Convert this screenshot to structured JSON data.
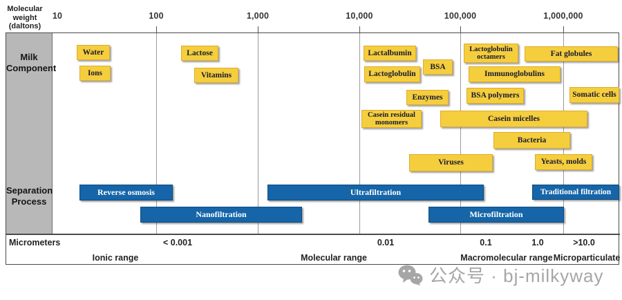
{
  "header": {
    "axis_label": "Molecular\nweight\n(daltons)",
    "ticks": [
      "10",
      "100",
      "1,000",
      "10,000",
      "100,000",
      "1,000,000"
    ]
  },
  "sidebar": {
    "milk_component": "Milk\nComponent",
    "separation_process": "Separation\nProcess"
  },
  "components": [
    {
      "label": "Water"
    },
    {
      "label": "Ions"
    },
    {
      "label": "Lactose"
    },
    {
      "label": "Vitamins"
    },
    {
      "label": "Lactalbumin"
    },
    {
      "label": "BSA"
    },
    {
      "label": "Lactoglobulin"
    },
    {
      "label": "Enzymes"
    },
    {
      "label": "Casein residual monomers"
    },
    {
      "label": "Lactoglobulin octamers"
    },
    {
      "label": "Fat globules"
    },
    {
      "label": "Immunoglobulins"
    },
    {
      "label": "BSA polymers"
    },
    {
      "label": "Somatic cells"
    },
    {
      "label": "Casein micelles"
    },
    {
      "label": "Bacteria"
    },
    {
      "label": "Viruses"
    },
    {
      "label": "Yeasts, molds"
    }
  ],
  "processes": [
    {
      "label": "Reverse osmosis"
    },
    {
      "label": "Nanofiltration"
    },
    {
      "label": "Ultrafiltration"
    },
    {
      "label": "Microfiltration"
    },
    {
      "label": "Traditional filtration"
    }
  ],
  "bottom_axis": {
    "label": "Micrometers",
    "values": [
      "< 0.001",
      "0.01",
      "0.1",
      "1.0",
      ">10.0"
    ],
    "ranges": [
      "Ionic range",
      "Molecular range",
      "Macromolecular range",
      "Microparticulate"
    ]
  },
  "watermark": {
    "icon": "wechat-icon",
    "text": "公众号 · bj-milkyway"
  },
  "colors": {
    "component_fill": "#f5ce3e",
    "process_fill": "#1565a8",
    "sidebar_fill": "#b8b8b8",
    "watermark_gray": "#a6a6a6"
  }
}
